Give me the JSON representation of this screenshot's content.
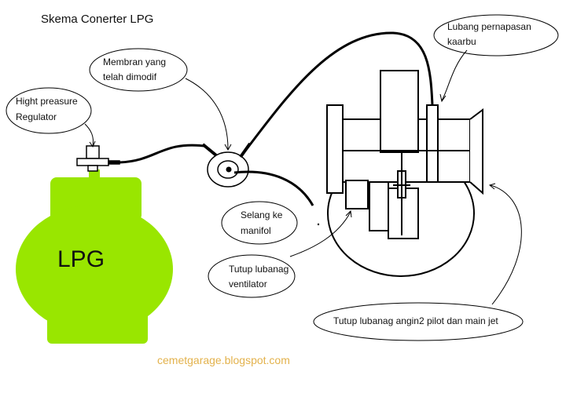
{
  "title": "Skema Conerter LPG",
  "tank_label": "LPG",
  "watermark": "cemetgarage.blogspot.com",
  "callouts": {
    "regulator": [
      "Hight preasure",
      "Regulator"
    ],
    "membrane": [
      "Membran yang",
      "telah dimodif"
    ],
    "breather": [
      "Lubang pernapasan",
      "kaarbu"
    ],
    "manifold_hose": [
      "Selang ke",
      "manifol"
    ],
    "vent_cap": [
      "Tutup lubanag",
      "ventilator"
    ],
    "pilot_jet_cap": [
      "Tutup lubanag angin2 pilot dan main jet"
    ]
  },
  "colors": {
    "tank": "#99e600",
    "tank_dark": "#6fbf00",
    "line": "#000000",
    "watermark": "#e3b24c"
  }
}
